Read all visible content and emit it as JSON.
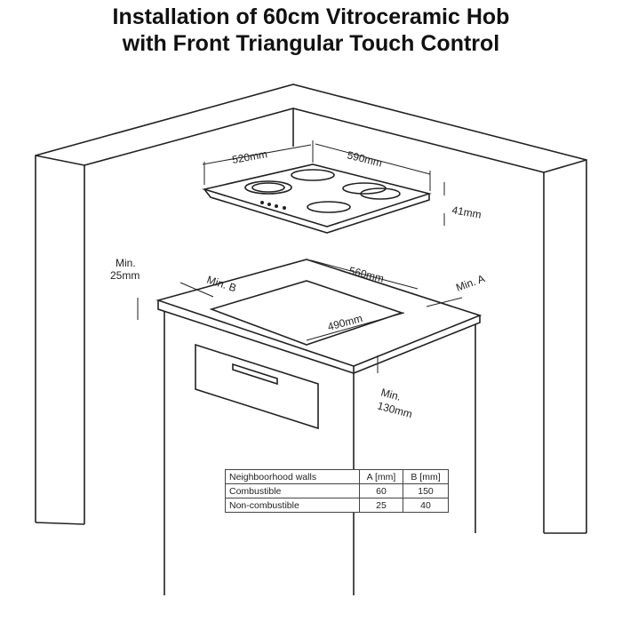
{
  "title": {
    "line1": "Installation of 60cm Vitroceramic Hob",
    "line2": "with Front Triangular Touch Control"
  },
  "dimensions": {
    "depth": "520mm",
    "width": "590mm",
    "height": "41mm",
    "cutout_width": "560mm",
    "cutout_depth": "490mm",
    "min_a": "Min. A",
    "min_b": "Min. B",
    "min_25_line1": "Min.",
    "min_25_line2": "25mm",
    "min_130_line1": "Min.",
    "min_130_line2": "130mm"
  },
  "table": {
    "headers": [
      "Neighboorhood walls",
      "A [mm]",
      "B [mm]"
    ],
    "rows": [
      [
        "Combustible",
        "60",
        "150"
      ],
      [
        "Non-combustible",
        "25",
        "40"
      ]
    ]
  }
}
